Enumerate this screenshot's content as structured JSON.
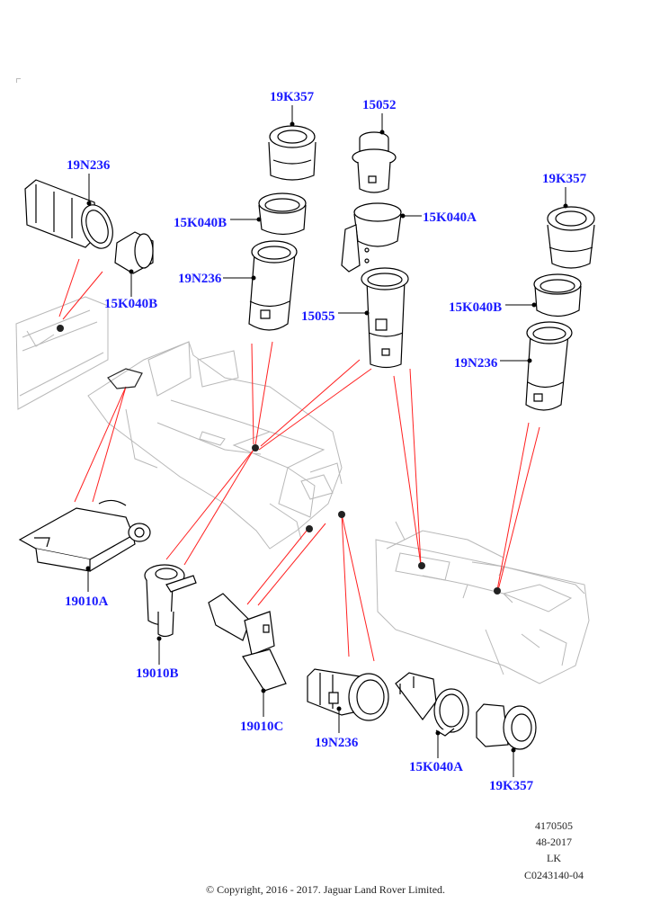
{
  "diagram": {
    "title": "Cigar lighter / power socket components",
    "callouts": [
      {
        "id": "c1",
        "label": "19N236",
        "part": "socket-housing",
        "location": "top-left"
      },
      {
        "id": "c2",
        "label": "15K040B",
        "part": "retaining-ring",
        "location": "top-left"
      },
      {
        "id": "c3",
        "label": "19K357",
        "part": "socket-cap",
        "location": "top-center-left"
      },
      {
        "id": "c4",
        "label": "15K040B",
        "part": "retaining-ring",
        "location": "top-center-left"
      },
      {
        "id": "c5",
        "label": "19N236",
        "part": "socket-housing",
        "location": "top-center-left"
      },
      {
        "id": "c6",
        "label": "15052",
        "part": "cigar-lighter-element",
        "location": "top-center"
      },
      {
        "id": "c7",
        "label": "15K040A",
        "part": "retaining-ring-with-bracket",
        "location": "top-center"
      },
      {
        "id": "c8",
        "label": "15055",
        "part": "cigar-lighter-socket",
        "location": "center"
      },
      {
        "id": "c9",
        "label": "19K357",
        "part": "socket-cap",
        "location": "top-right"
      },
      {
        "id": "c10",
        "label": "15K040B",
        "part": "retaining-ring",
        "location": "right"
      },
      {
        "id": "c11",
        "label": "19N236",
        "part": "socket-housing",
        "location": "right"
      },
      {
        "id": "c12",
        "label": "19010A",
        "part": "usb-hub-module",
        "location": "left"
      },
      {
        "id": "c13",
        "label": "19010B",
        "part": "usb-socket",
        "location": "bottom-left"
      },
      {
        "id": "c14",
        "label": "19010C",
        "part": "usb-socket-with-flap",
        "location": "bottom-center-left"
      },
      {
        "id": "c15",
        "label": "19N236",
        "part": "socket-housing",
        "location": "bottom-center"
      },
      {
        "id": "c16",
        "label": "15K040A",
        "part": "retaining-ring-with-bracket",
        "location": "bottom-right"
      },
      {
        "id": "c17",
        "label": "19K357",
        "part": "socket-cap",
        "location": "bottom-right"
      }
    ]
  },
  "reference": {
    "number": "4170505",
    "date_code": "48-2017",
    "initials": "LK",
    "illustration_id": "C0243140-04"
  },
  "copyright": "© Copyright, 2016 - 2017. Jaguar Land Rover Limited.",
  "colors": {
    "callout_text": "#1a1aff",
    "leader_line": "#000000",
    "pointer_line": "#ff2020",
    "context_outline": "#b8b8b8",
    "part_outline": "#000000"
  }
}
